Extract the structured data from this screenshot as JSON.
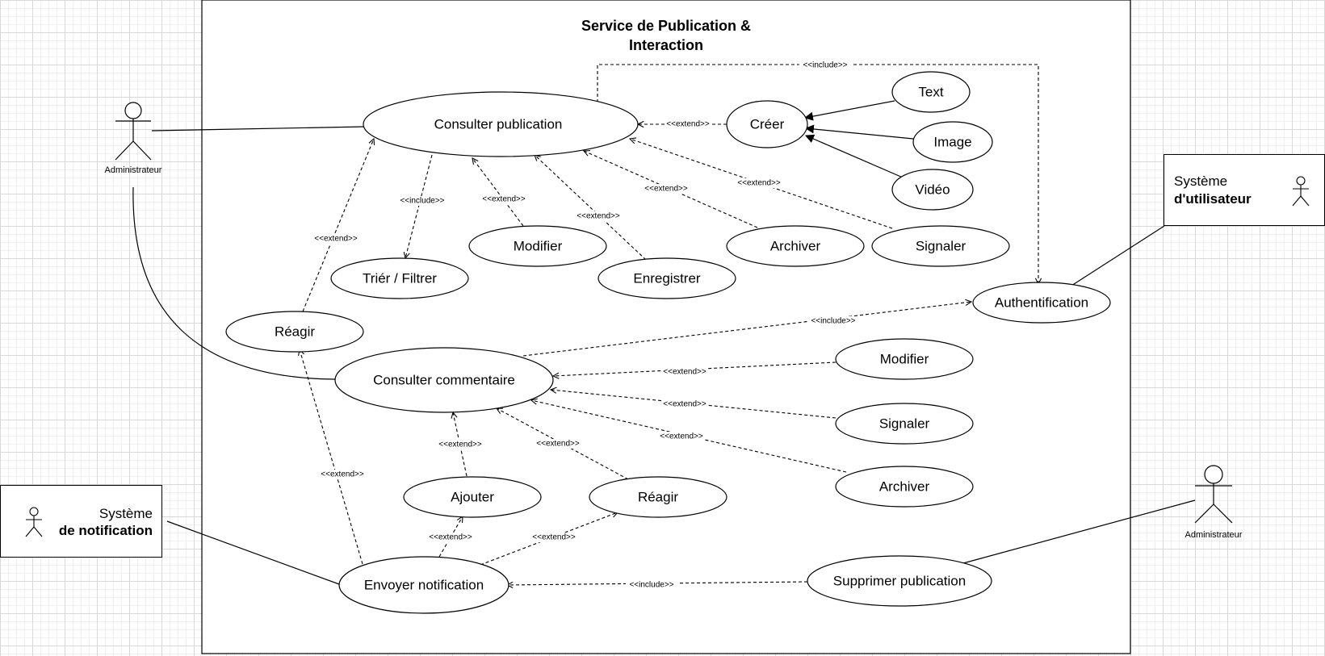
{
  "system_title_line1": "Service de Publication &",
  "system_title_line2": "Interaction",
  "actors": {
    "admin_left": "Administrateur",
    "admin_right": "Administrateur"
  },
  "external_systems": {
    "user_system": {
      "line1": "Système",
      "line2": "d'utilisateur"
    },
    "notif_system": {
      "line1": "Système",
      "line2": "de notification"
    }
  },
  "use_cases": {
    "consulter_publication": "Consulter publication",
    "creer": "Créer",
    "text": "Text",
    "image": "Image",
    "video": "Vidéo",
    "trier_filtrer": "Triér / Filtrer",
    "modifier_pub": "Modifier",
    "enregistrer": "Enregistrer",
    "archiver_pub": "Archiver",
    "signaler_pub": "Signaler",
    "authentification": "Authentification",
    "reagir_pub": "Réagir",
    "consulter_commentaire": "Consulter commentaire",
    "modifier_com": "Modifier",
    "signaler_com": "Signaler",
    "archiver_com": "Archiver",
    "ajouter": "Ajouter",
    "reagir_com": "Réagir",
    "envoyer_notification": "Envoyer notification",
    "supprimer_publication": "Supprimer publication"
  },
  "relations": {
    "include": "<<include>>",
    "extend": "<<extend>>"
  }
}
